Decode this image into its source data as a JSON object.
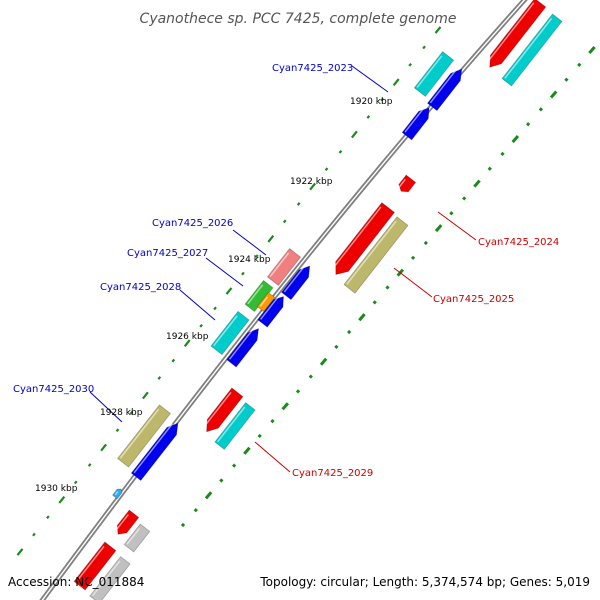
{
  "title": "Cyanothece sp. PCC 7425, complete genome",
  "footer": {
    "accession": "Accession: NC_011884",
    "summary": "Topology: circular; Length: 5,374,574 bp; Genes: 5,019"
  },
  "ticks": [
    "1920 kbp",
    "1922 kbp",
    "1924 kbp",
    "1926 kbp",
    "1928 kbp",
    "1930 kbp"
  ],
  "gene_labels": [
    {
      "text": "Cyan7425_2023",
      "color": "#0000cc"
    },
    {
      "text": "Cyan7425_2024",
      "color": "#cc0000"
    },
    {
      "text": "Cyan7425_2025",
      "color": "#cc0000"
    },
    {
      "text": "Cyan7425_2026",
      "color": "#0000cc"
    },
    {
      "text": "Cyan7425_2027",
      "color": "#0000cc"
    },
    {
      "text": "Cyan7425_2028",
      "color": "#0000cc"
    },
    {
      "text": "Cyan7425_2029",
      "color": "#cc0000"
    },
    {
      "text": "Cyan7425_2030",
      "color": "#0000cc"
    }
  ],
  "colors": {
    "backbone": "#808080",
    "tick_mark": "#1a8a1a",
    "cds_red": "#ee0000",
    "cds_cyan": "#00cccc",
    "cds_blue": "#0000ee",
    "cds_khaki": "#bdb76b",
    "cds_salmon": "#f08080",
    "cds_grey": "#c0c0c0",
    "cds_green": "#33bb33",
    "cds_orange": "#ff9900"
  }
}
